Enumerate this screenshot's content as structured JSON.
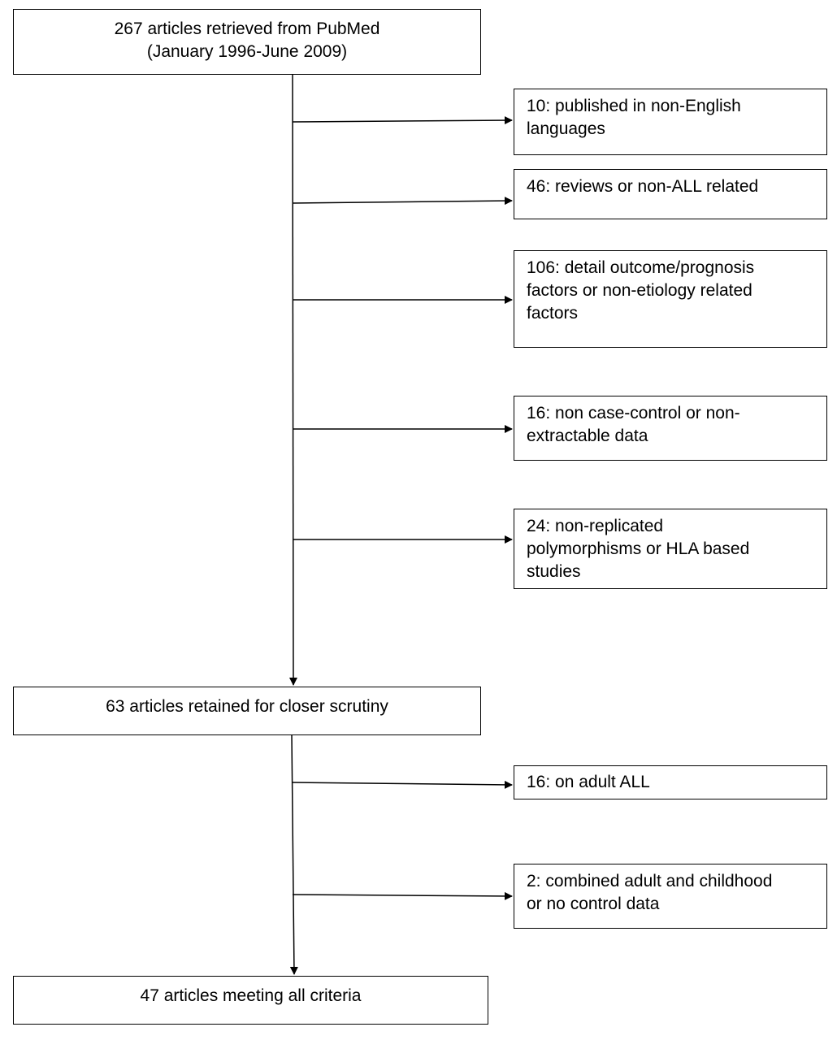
{
  "flowchart": {
    "start_box": {
      "lines": [
        "267 articles retrieved from PubMed",
        "(January 1996-June 2009)"
      ]
    },
    "exclusions_stage1": [
      {
        "lines": [
          "10: published in non-English",
          "languages"
        ]
      },
      {
        "lines": [
          "46: reviews or non-ALL related"
        ]
      },
      {
        "lines": [
          "106: detail outcome/prognosis",
          "factors or non-etiology related",
          "factors"
        ]
      },
      {
        "lines": [
          "16: non case-control or non-",
          "extractable data"
        ]
      },
      {
        "lines": [
          "24: non-replicated",
          "polymorphisms or HLA based",
          "studies"
        ]
      }
    ],
    "middle_box": {
      "lines": [
        "63 articles retained for closer scrutiny"
      ]
    },
    "exclusions_stage2": [
      {
        "lines": [
          "16: on adult ALL"
        ]
      },
      {
        "lines": [
          "2: combined adult and childhood",
          "or no control data"
        ]
      }
    ],
    "end_box": {
      "lines": [
        "47 articles meeting all criteria"
      ]
    }
  }
}
